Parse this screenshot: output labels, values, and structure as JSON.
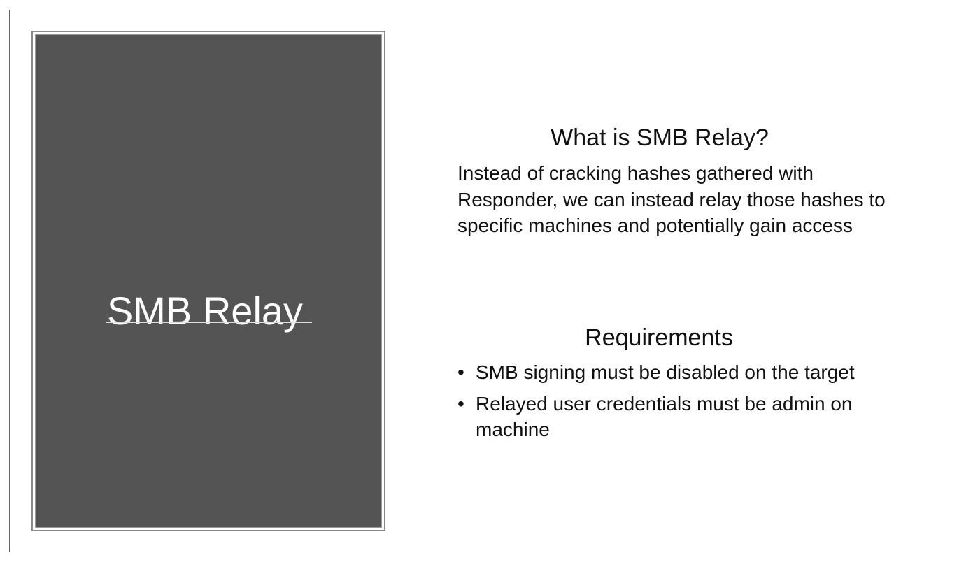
{
  "left_panel": {
    "title": "SMB Relay"
  },
  "section1": {
    "heading": "What is SMB Relay?",
    "body": "Instead of cracking hashes gathered with Responder, we can instead relay those hashes to specific machines and potentially gain access"
  },
  "section2": {
    "heading": "Requirements",
    "bullets": [
      "SMB signing must be disabled on the target",
      "Relayed user credentials must be admin on machine"
    ]
  }
}
